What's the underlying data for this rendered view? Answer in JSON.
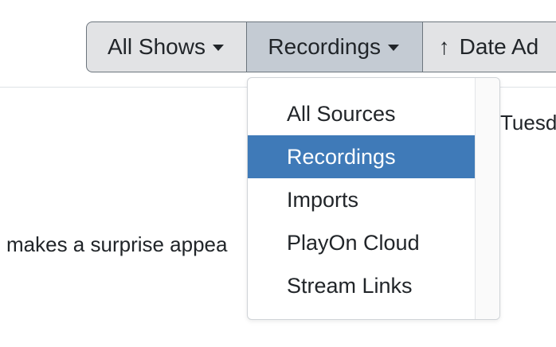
{
  "toolbar": {
    "all_shows_label": "All Shows",
    "recordings_label": "Recordings",
    "date_added_label": "Date Ad",
    "sort_arrow": "↑"
  },
  "background": {
    "day_text": "Tuesd",
    "description_text": "makes a surprise appea"
  },
  "dropdown": {
    "items": [
      {
        "label": "All Sources",
        "active": false
      },
      {
        "label": "Recordings",
        "active": true
      },
      {
        "label": "Imports",
        "active": false
      },
      {
        "label": "PlayOn Cloud",
        "active": false
      },
      {
        "label": "Stream Links",
        "active": false
      }
    ]
  },
  "colors": {
    "active_item_bg": "#3f7ab8",
    "button_bg": "#e2e3e5",
    "button_active_bg": "#c4cbd3"
  }
}
